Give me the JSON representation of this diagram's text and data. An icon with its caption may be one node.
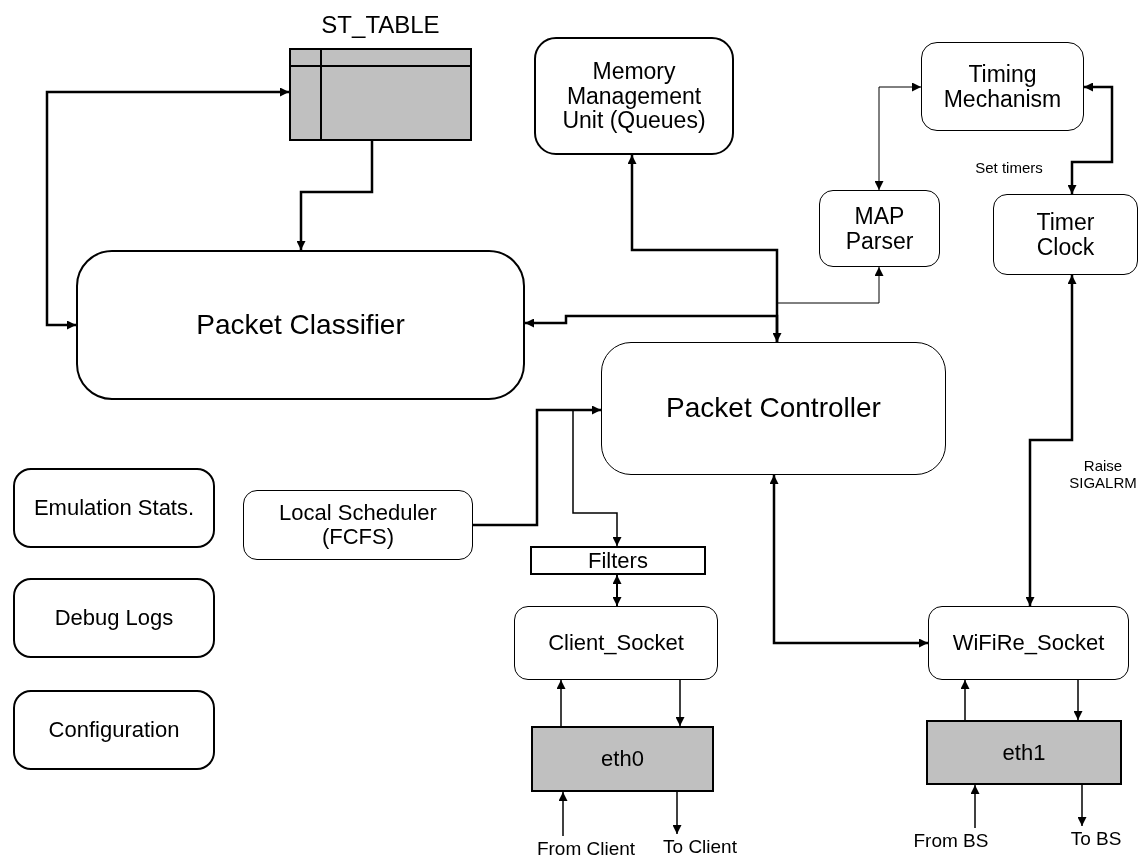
{
  "diagram": {
    "nodes": [
      {
        "text": [
          "ST_TABLE"
        ]
      },
      {
        "text": [
          "Memory Management Unit (Queues)"
        ]
      },
      {
        "text": [
          "Timing Mechanism"
        ]
      },
      {
        "text": [
          "MAP Parser"
        ]
      },
      {
        "text": [
          "Timer Clock"
        ]
      },
      {
        "text": [
          "Packet Classifier"
        ]
      },
      {
        "text": [
          "Packet Controller"
        ]
      },
      {
        "text": [
          "Emulation Stats."
        ]
      },
      {
        "text": [
          "Debug Logs"
        ]
      },
      {
        "text": [
          "Configuration"
        ]
      },
      {
        "text": [
          "Local Scheduler (FCFS)"
        ]
      },
      {
        "text": [
          "Filters"
        ]
      },
      {
        "text": [
          "Client_Socket"
        ]
      },
      {
        "text": [
          "eth0"
        ]
      },
      {
        "text": [
          "WiFiRe_Socket"
        ]
      },
      {
        "text": [
          "eth1"
        ]
      },
      {
        "text": [
          "From Client"
        ]
      },
      {
        "text": [
          "To Client"
        ]
      },
      {
        "text": [
          "From BS"
        ]
      },
      {
        "text": [
          "To BS"
        ]
      }
    ],
    "edges": [
      {
        "from": 0,
        "to": 5,
        "arrow": "both"
      },
      {
        "from": 0,
        "to": 5,
        "arrow": "to"
      },
      {
        "from": 1,
        "to": 6,
        "arrow": "both"
      },
      {
        "from": 6,
        "to": 5,
        "arrow": "to"
      },
      {
        "from": 6,
        "to": 3,
        "arrow": "to"
      },
      {
        "from": 3,
        "to": 2,
        "arrow": "both"
      },
      {
        "from": 2,
        "to": 4,
        "arrow": "both",
        "label": "Set timers"
      },
      {
        "from": 4,
        "to": 14,
        "arrow": "both",
        "label": "Raise SIGALRM"
      },
      {
        "from": 10,
        "to": 6,
        "arrow": "to"
      },
      {
        "from": 10,
        "to": 11,
        "arrow": "to"
      },
      {
        "from": 11,
        "to": 12,
        "arrow": "both"
      },
      {
        "from": 6,
        "to": 14,
        "arrow": "both"
      },
      {
        "from": 13,
        "to": 12,
        "arrow": "to"
      },
      {
        "from": 12,
        "to": 13,
        "arrow": "to"
      },
      {
        "from": 16,
        "to": 13,
        "arrow": "to"
      },
      {
        "from": 13,
        "to": 17,
        "arrow": "to"
      },
      {
        "from": 15,
        "to": 14,
        "arrow": "to"
      },
      {
        "from": 14,
        "to": 15,
        "arrow": "to"
      },
      {
        "from": 18,
        "to": 15,
        "arrow": "to"
      },
      {
        "from": 15,
        "to": 19,
        "arrow": "to"
      }
    ]
  }
}
